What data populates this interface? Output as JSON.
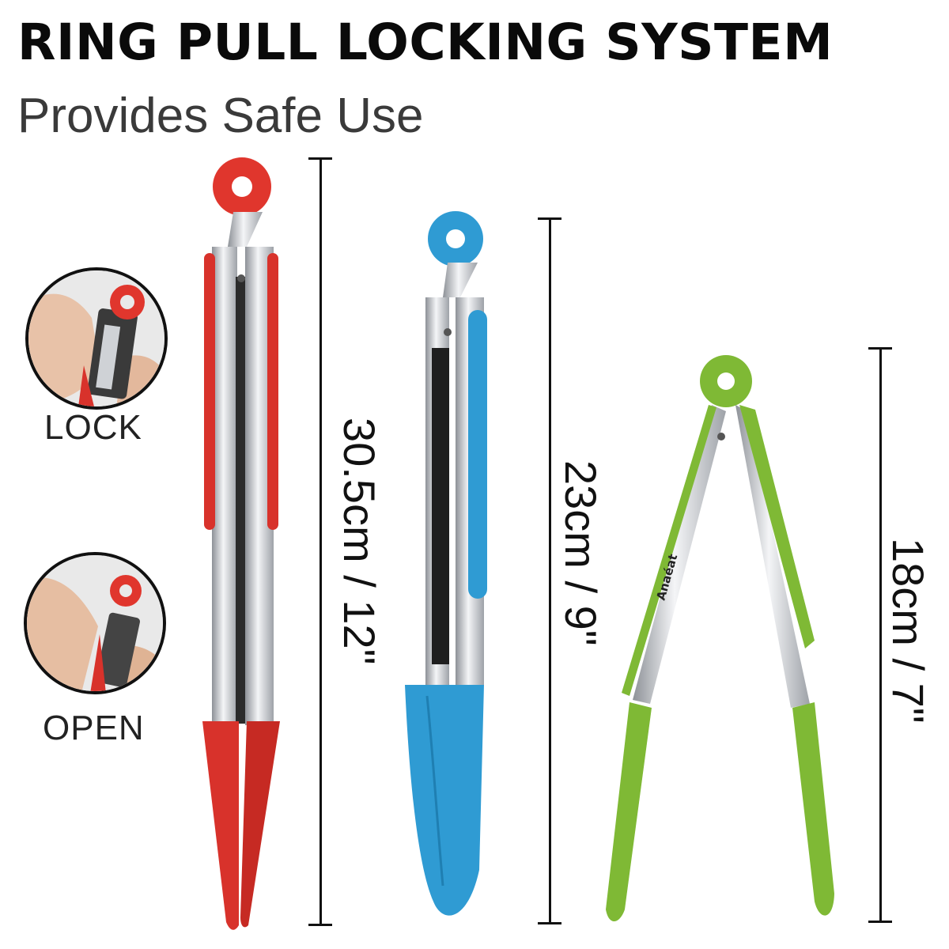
{
  "heading": {
    "title": "RING PULL LOCKING SYSTEM",
    "subtitle": "Provides Safe Use"
  },
  "insets": [
    {
      "caption": "LOCK"
    },
    {
      "caption": "OPEN"
    }
  ],
  "products": [
    {
      "size_label": "30.5cm / 12\"",
      "color": "#d8322b"
    },
    {
      "size_label": "23cm / 9\"",
      "color": "#2f9bd3"
    },
    {
      "size_label": "18cm / 7\"",
      "color": "#7fb935",
      "brand": "Anaeat"
    }
  ],
  "colors": {
    "steel": "#c9ccd0",
    "steel_dark": "#8d9197",
    "ring_red": "#e0362d"
  }
}
